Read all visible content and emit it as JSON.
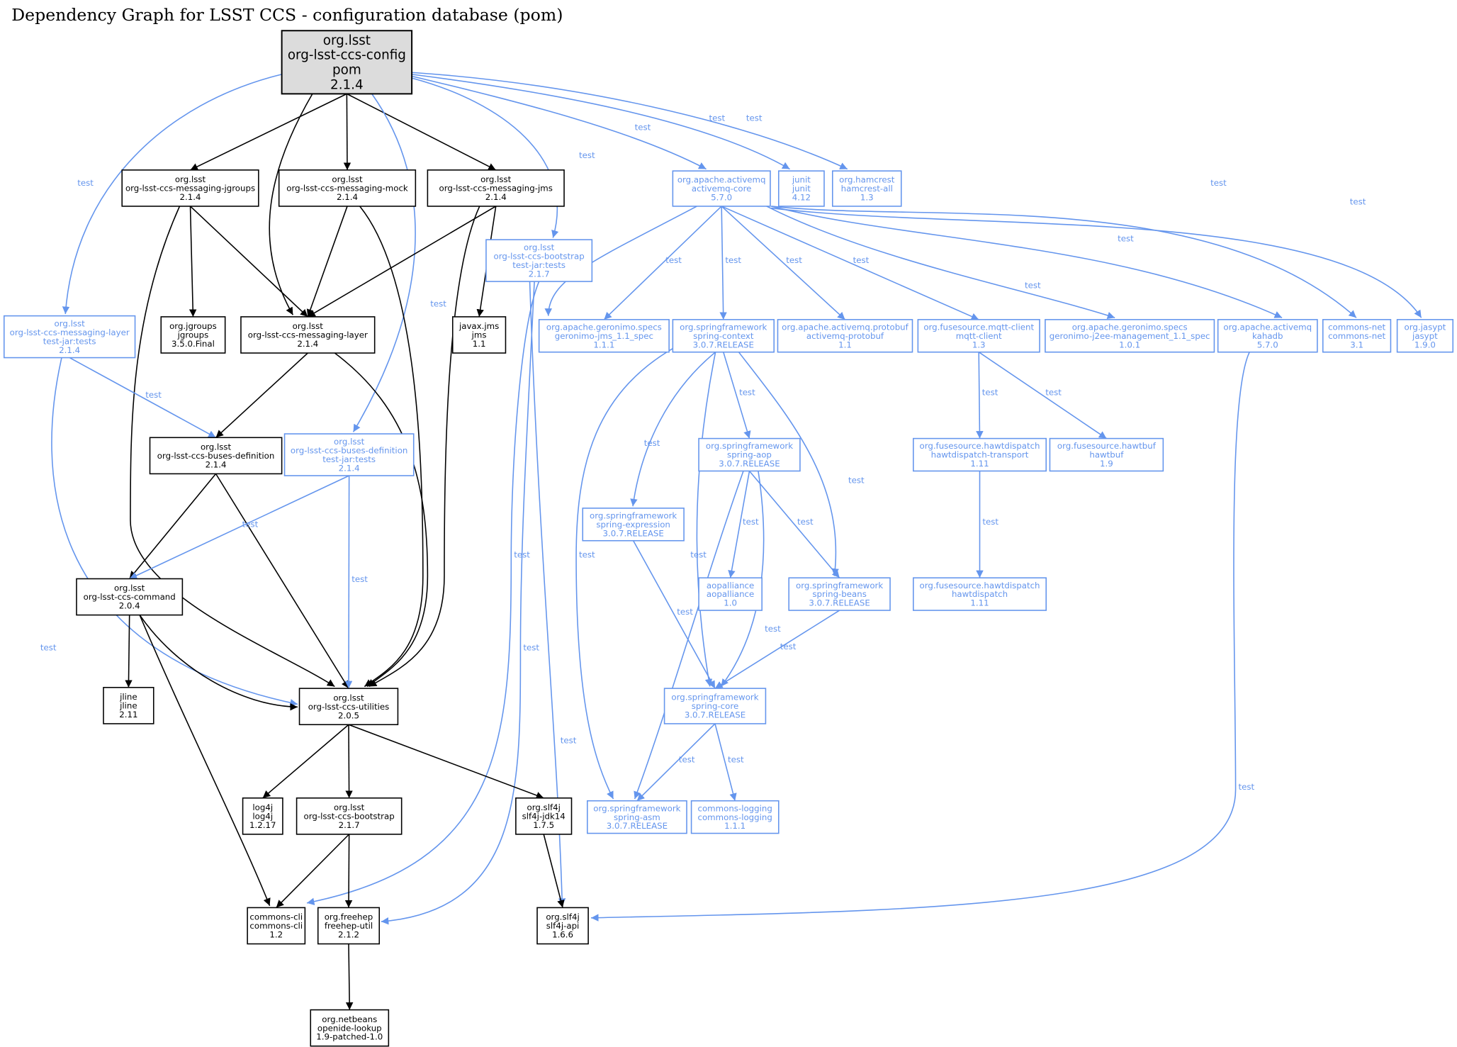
{
  "title": "Dependency Graph for LSST CCS - configuration database (pom)",
  "colors": {
    "compile": "#000000",
    "test": "#6495ed",
    "root_fill": "#dcdcdc"
  },
  "nodes": [
    {
      "id": "root",
      "lines": [
        "org.lsst",
        "org-lsst-ccs-config",
        "pom",
        "2.1.4"
      ],
      "scope": "root"
    },
    {
      "id": "jgroups_msg",
      "lines": [
        "org.lsst",
        "org-lsst-ccs-messaging-jgroups",
        "2.1.4"
      ],
      "scope": "compile"
    },
    {
      "id": "mock_msg",
      "lines": [
        "org.lsst",
        "org-lsst-ccs-messaging-mock",
        "2.1.4"
      ],
      "scope": "compile"
    },
    {
      "id": "jms_msg",
      "lines": [
        "org.lsst",
        "org-lsst-ccs-messaging-jms",
        "2.1.4"
      ],
      "scope": "compile"
    },
    {
      "id": "amq_core",
      "lines": [
        "org.apache.activemq",
        "activemq-core",
        "5.7.0"
      ],
      "scope": "test"
    },
    {
      "id": "junit",
      "lines": [
        "junit",
        "junit",
        "4.12"
      ],
      "scope": "test"
    },
    {
      "id": "hamcrest",
      "lines": [
        "org.hamcrest",
        "hamcrest-all",
        "1.3"
      ],
      "scope": "test"
    },
    {
      "id": "boot_tests",
      "lines": [
        "org.lsst",
        "org-lsst-ccs-bootstrap",
        "test-jar:tests",
        "2.1.7"
      ],
      "scope": "test"
    },
    {
      "id": "msglayer_tests",
      "lines": [
        "org.lsst",
        "org-lsst-ccs-messaging-layer",
        "test-jar:tests",
        "2.1.4"
      ],
      "scope": "test"
    },
    {
      "id": "jgroups",
      "lines": [
        "org.jgroups",
        "jgroups",
        "3.5.0.Final"
      ],
      "scope": "compile"
    },
    {
      "id": "msglayer",
      "lines": [
        "org.lsst",
        "org-lsst-ccs-messaging-layer",
        "2.1.4"
      ],
      "scope": "compile"
    },
    {
      "id": "jms",
      "lines": [
        "javax.jms",
        "jms",
        "1.1"
      ],
      "scope": "compile"
    },
    {
      "id": "geronimo_jms",
      "lines": [
        "org.apache.geronimo.specs",
        "geronimo-jms_1.1_spec",
        "1.1.1"
      ],
      "scope": "test"
    },
    {
      "id": "spring_context",
      "lines": [
        "org.springframework",
        "spring-context",
        "3.0.7.RELEASE"
      ],
      "scope": "test"
    },
    {
      "id": "amq_protobuf",
      "lines": [
        "org.apache.activemq.protobuf",
        "activemq-protobuf",
        "1.1"
      ],
      "scope": "test"
    },
    {
      "id": "mqtt",
      "lines": [
        "org.fusesource.mqtt-client",
        "mqtt-client",
        "1.3"
      ],
      "scope": "test"
    },
    {
      "id": "geronimo_j2ee",
      "lines": [
        "org.apache.geronimo.specs",
        "geronimo-j2ee-management_1.1_spec",
        "1.0.1"
      ],
      "scope": "test"
    },
    {
      "id": "kahadb",
      "lines": [
        "org.apache.activemq",
        "kahadb",
        "5.7.0"
      ],
      "scope": "test"
    },
    {
      "id": "commons_net",
      "lines": [
        "commons-net",
        "commons-net",
        "3.1"
      ],
      "scope": "test"
    },
    {
      "id": "jasypt",
      "lines": [
        "org.jasypt",
        "jasypt",
        "1.9.0"
      ],
      "scope": "test"
    },
    {
      "id": "buses",
      "lines": [
        "org.lsst",
        "org-lsst-ccs-buses-definition",
        "2.1.4"
      ],
      "scope": "compile"
    },
    {
      "id": "buses_tests",
      "lines": [
        "org.lsst",
        "org-lsst-ccs-buses-definition",
        "test-jar:tests",
        "2.1.4"
      ],
      "scope": "test"
    },
    {
      "id": "spring_aop",
      "lines": [
        "org.springframework",
        "spring-aop",
        "3.0.7.RELEASE"
      ],
      "scope": "test"
    },
    {
      "id": "hawt_transport",
      "lines": [
        "org.fusesource.hawtdispatch",
        "hawtdispatch-transport",
        "1.11"
      ],
      "scope": "test"
    },
    {
      "id": "hawtbuf",
      "lines": [
        "org.fusesource.hawtbuf",
        "hawtbuf",
        "1.9"
      ],
      "scope": "test"
    },
    {
      "id": "spring_expr",
      "lines": [
        "org.springframework",
        "spring-expression",
        "3.0.7.RELEASE"
      ],
      "scope": "test"
    },
    {
      "id": "command",
      "lines": [
        "org.lsst",
        "org-lsst-ccs-command",
        "2.0.4"
      ],
      "scope": "compile"
    },
    {
      "id": "aopalliance",
      "lines": [
        "aopalliance",
        "aopalliance",
        "1.0"
      ],
      "scope": "test"
    },
    {
      "id": "spring_beans",
      "lines": [
        "org.springframework",
        "spring-beans",
        "3.0.7.RELEASE"
      ],
      "scope": "test"
    },
    {
      "id": "hawtdispatch",
      "lines": [
        "org.fusesource.hawtdispatch",
        "hawtdispatch",
        "1.11"
      ],
      "scope": "test"
    },
    {
      "id": "jline",
      "lines": [
        "jline",
        "jline",
        "2.11"
      ],
      "scope": "compile"
    },
    {
      "id": "utilities",
      "lines": [
        "org.lsst",
        "org-lsst-ccs-utilities",
        "2.0.5"
      ],
      "scope": "compile"
    },
    {
      "id": "spring_core",
      "lines": [
        "org.springframework",
        "spring-core",
        "3.0.7.RELEASE"
      ],
      "scope": "test"
    },
    {
      "id": "log4j",
      "lines": [
        "log4j",
        "log4j",
        "1.2.17"
      ],
      "scope": "compile"
    },
    {
      "id": "bootstrap",
      "lines": [
        "org.lsst",
        "org-lsst-ccs-bootstrap",
        "2.1.7"
      ],
      "scope": "compile"
    },
    {
      "id": "slf4j_jdk14",
      "lines": [
        "org.slf4j",
        "slf4j-jdk14",
        "1.7.5"
      ],
      "scope": "compile"
    },
    {
      "id": "spring_asm",
      "lines": [
        "org.springframework",
        "spring-asm",
        "3.0.7.RELEASE"
      ],
      "scope": "test"
    },
    {
      "id": "commons_logging",
      "lines": [
        "commons-logging",
        "commons-logging",
        "1.1.1"
      ],
      "scope": "test"
    },
    {
      "id": "commons_cli",
      "lines": [
        "commons-cli",
        "commons-cli",
        "1.2"
      ],
      "scope": "compile"
    },
    {
      "id": "freehep",
      "lines": [
        "org.freehep",
        "freehep-util",
        "2.1.2"
      ],
      "scope": "compile"
    },
    {
      "id": "slf4j_api",
      "lines": [
        "org.slf4j",
        "slf4j-api",
        "1.6.6"
      ],
      "scope": "compile"
    },
    {
      "id": "openide",
      "lines": [
        "org.netbeans",
        "openide-lookup",
        "1.9-patched-1.0"
      ],
      "scope": "compile"
    }
  ],
  "edges": [
    {
      "from": "root",
      "to": "jgroups_msg",
      "label": ""
    },
    {
      "from": "root",
      "to": "mock_msg",
      "label": ""
    },
    {
      "from": "root",
      "to": "jms_msg",
      "label": ""
    },
    {
      "from": "root",
      "to": "msglayer",
      "label": ""
    },
    {
      "from": "root",
      "to": "msglayer_tests",
      "label": "test"
    },
    {
      "from": "root",
      "to": "buses_tests",
      "label": "test"
    },
    {
      "from": "root",
      "to": "boot_tests",
      "label": "test"
    },
    {
      "from": "root",
      "to": "amq_core",
      "label": "test"
    },
    {
      "from": "root",
      "to": "junit",
      "label": "test"
    },
    {
      "from": "root",
      "to": "hamcrest",
      "label": "test"
    },
    {
      "from": "jgroups_msg",
      "to": "jgroups",
      "label": ""
    },
    {
      "from": "jgroups_msg",
      "to": "msglayer",
      "label": ""
    },
    {
      "from": "jgroups_msg",
      "to": "utilities",
      "label": ""
    },
    {
      "from": "mock_msg",
      "to": "msglayer",
      "label": ""
    },
    {
      "from": "mock_msg",
      "to": "utilities",
      "label": ""
    },
    {
      "from": "jms_msg",
      "to": "msglayer",
      "label": ""
    },
    {
      "from": "jms_msg",
      "to": "jms",
      "label": ""
    },
    {
      "from": "jms_msg",
      "to": "utilities",
      "label": ""
    },
    {
      "from": "msglayer_tests",
      "to": "buses",
      "label": "test"
    },
    {
      "from": "msglayer_tests",
      "to": "utilities",
      "label": "test"
    },
    {
      "from": "msglayer",
      "to": "buses",
      "label": ""
    },
    {
      "from": "msglayer",
      "to": "utilities",
      "label": ""
    },
    {
      "from": "boot_tests",
      "to": "commons_cli",
      "label": "test"
    },
    {
      "from": "boot_tests",
      "to": "freehep",
      "label": "test"
    },
    {
      "from": "boot_tests",
      "to": "slf4j_api",
      "label": "test"
    },
    {
      "from": "amq_core",
      "to": "geronimo_jms",
      "label": "test"
    },
    {
      "from": "amq_core",
      "to": "spring_context",
      "label": "test"
    },
    {
      "from": "amq_core",
      "to": "amq_protobuf",
      "label": "test"
    },
    {
      "from": "amq_core",
      "to": "mqtt",
      "label": "test"
    },
    {
      "from": "amq_core",
      "to": "geronimo_j2ee",
      "label": "test"
    },
    {
      "from": "amq_core",
      "to": "kahadb",
      "label": "test"
    },
    {
      "from": "amq_core",
      "to": "commons_net",
      "label": "test"
    },
    {
      "from": "amq_core",
      "to": "jasypt",
      "label": "test"
    },
    {
      "from": "amq_core",
      "to": "freehep",
      "label": "test"
    },
    {
      "from": "spring_context",
      "to": "spring_expr",
      "label": "test"
    },
    {
      "from": "spring_context",
      "to": "spring_aop",
      "label": "test"
    },
    {
      "from": "spring_context",
      "to": "spring_beans",
      "label": "test"
    },
    {
      "from": "spring_context",
      "to": "spring_core",
      "label": "test"
    },
    {
      "from": "spring_context",
      "to": "spring_asm",
      "label": "test"
    },
    {
      "from": "mqtt",
      "to": "hawt_transport",
      "label": "test"
    },
    {
      "from": "mqtt",
      "to": "hawtbuf",
      "label": "test"
    },
    {
      "from": "kahadb",
      "to": "slf4j_api",
      "label": "test"
    },
    {
      "from": "buses",
      "to": "command",
      "label": ""
    },
    {
      "from": "buses",
      "to": "utilities",
      "label": ""
    },
    {
      "from": "buses_tests",
      "to": "command",
      "label": "test"
    },
    {
      "from": "buses_tests",
      "to": "utilities",
      "label": "test"
    },
    {
      "from": "spring_aop",
      "to": "aopalliance",
      "label": "test"
    },
    {
      "from": "spring_aop",
      "to": "spring_beans",
      "label": "test"
    },
    {
      "from": "spring_aop",
      "to": "spring_core",
      "label": "test"
    },
    {
      "from": "spring_aop",
      "to": "spring_asm",
      "label": "test"
    },
    {
      "from": "hawt_transport",
      "to": "hawtdispatch",
      "label": "test"
    },
    {
      "from": "spring_expr",
      "to": "spring_core",
      "label": "test"
    },
    {
      "from": "spring_beans",
      "to": "spring_core",
      "label": "test"
    },
    {
      "from": "command",
      "to": "jline",
      "label": ""
    },
    {
      "from": "command",
      "to": "utilities",
      "label": ""
    },
    {
      "from": "command",
      "to": "commons_cli",
      "label": ""
    },
    {
      "from": "utilities",
      "to": "log4j",
      "label": ""
    },
    {
      "from": "utilities",
      "to": "bootstrap",
      "label": ""
    },
    {
      "from": "utilities",
      "to": "slf4j_jdk14",
      "label": ""
    },
    {
      "from": "spring_core",
      "to": "spring_asm",
      "label": "test"
    },
    {
      "from": "spring_core",
      "to": "commons_logging",
      "label": "test"
    },
    {
      "from": "bootstrap",
      "to": "commons_cli",
      "label": ""
    },
    {
      "from": "bootstrap",
      "to": "freehep",
      "label": ""
    },
    {
      "from": "slf4j_jdk14",
      "to": "slf4j_api",
      "label": ""
    },
    {
      "from": "freehep",
      "to": "openide",
      "label": ""
    }
  ]
}
